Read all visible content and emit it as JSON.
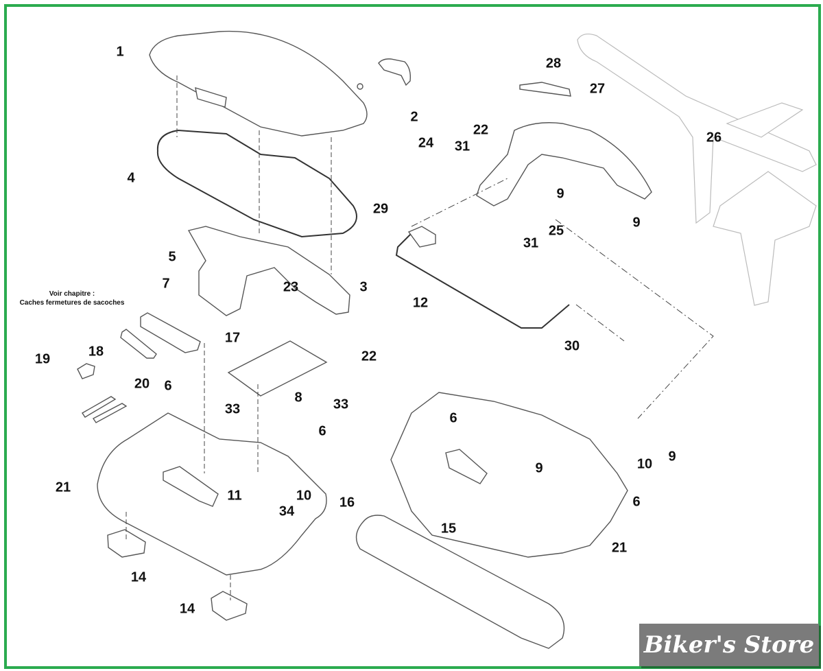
{
  "diagram": {
    "title": "Exploded view - saddlebags",
    "note": {
      "line1": "Voir chapitre :",
      "line2": "Caches fermetures de sacoches"
    },
    "callouts": {
      "c1": "1",
      "c2": "2",
      "c3": "3",
      "c4": "4",
      "c5": "5",
      "c6a": "6",
      "c6b": "6",
      "c6c": "6",
      "c6d": "6",
      "c7": "7",
      "c8": "8",
      "c9a": "9",
      "c9b": "9",
      "c9c": "9",
      "c9d": "9",
      "c10a": "10",
      "c10b": "10",
      "c11": "11",
      "c12": "12",
      "c14a": "14",
      "c14b": "14",
      "c15": "15",
      "c16": "16",
      "c17": "17",
      "c18": "18",
      "c19": "19",
      "c20": "20",
      "c21a": "21",
      "c21b": "21",
      "c22a": "22",
      "c22b": "22",
      "c23": "23",
      "c24": "24",
      "c25": "25",
      "c26": "26",
      "c27": "27",
      "c28": "28",
      "c29": "29",
      "c30": "30",
      "c31a": "31",
      "c31b": "31",
      "c33a": "33",
      "c33b": "33",
      "c34": "34"
    }
  },
  "brand": {
    "logo_text": "Biker's Store"
  },
  "colors": {
    "border": "#2bab4f",
    "brand_bg": "#7b7b7b",
    "brand_shadow": "#1f6e34"
  }
}
